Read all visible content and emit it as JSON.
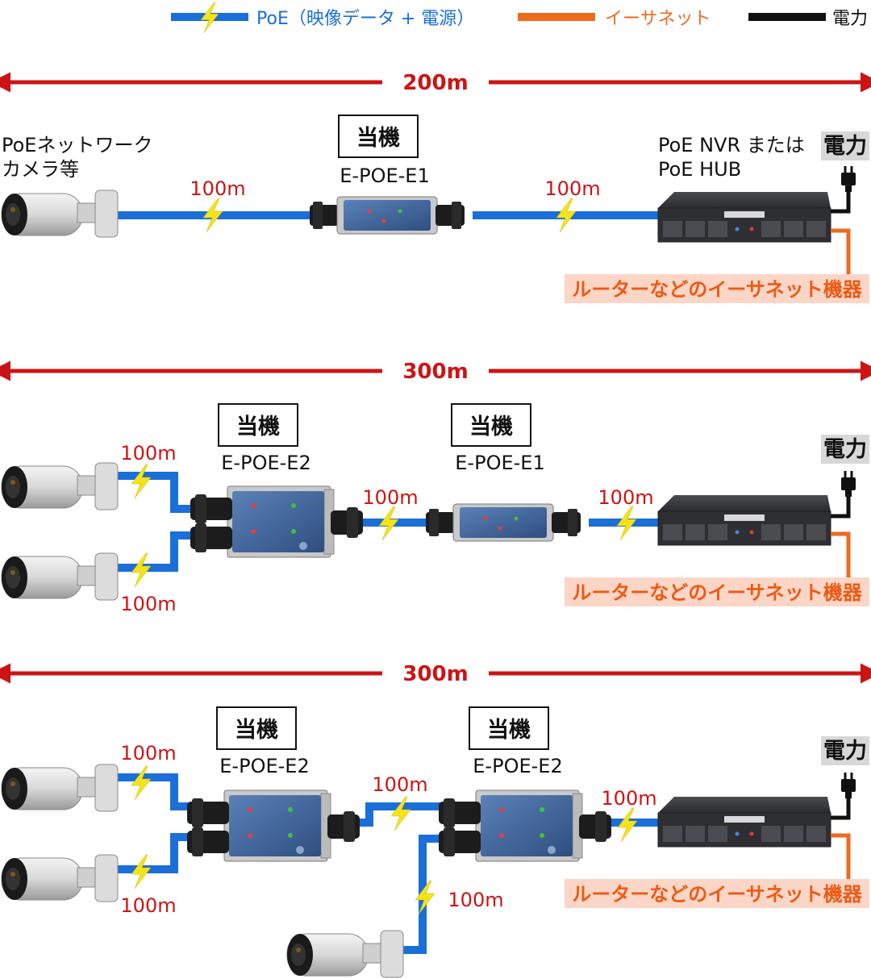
{
  "legend": {
    "poe": "PoE（映像データ + 電源）",
    "ethernet": "イーサネット",
    "power": "電力"
  },
  "colors": {
    "poe": "#1a6fd8",
    "ethernet": "#ee6a1e",
    "power": "#111111",
    "distance": "#cc1414",
    "bolt": "#f5e31a",
    "router_bg": "#fbd6c6"
  },
  "diagram1": {
    "total": "200m",
    "camera": "PoEネットワーク\nカメラ等",
    "this_unit": "当機",
    "model": "E-POE-E1",
    "seg1": "100m",
    "seg2": "100m",
    "nvr": "PoE NVR または\nPoE HUB",
    "power": "電力",
    "router": "ルーターなどのイーサネット機器"
  },
  "diagram2": {
    "total": "300m",
    "unit1_label": "当機",
    "unit1_model": "E-POE-E2",
    "unit2_label": "当機",
    "unit2_model": "E-POE-E1",
    "seg_cam1": "100m",
    "seg_cam2": "100m",
    "seg_mid": "100m",
    "seg_nvr": "100m",
    "power": "電力",
    "router": "ルーターなどのイーサネット機器"
  },
  "diagram3": {
    "total": "300m",
    "unit1_label": "当機",
    "unit1_model": "E-POE-E2",
    "unit2_label": "当機",
    "unit2_model": "E-POE-E2",
    "seg_cam1": "100m",
    "seg_cam2": "100m",
    "seg_mid": "100m",
    "seg_cam3": "100m",
    "seg_nvr": "100m",
    "power": "電力",
    "router": "ルーターなどのイーサネット機器"
  }
}
